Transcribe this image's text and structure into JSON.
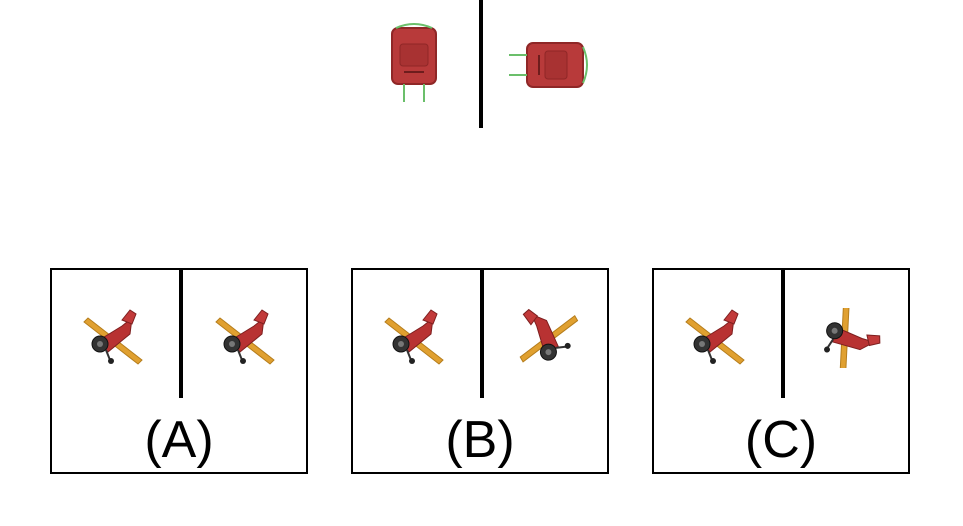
{
  "example": {
    "left_icon": "red-backpack-upright",
    "right_icon": "red-backpack-rotated",
    "colors": {
      "backpack": "#b83a3a",
      "backpack_dark": "#8f2727",
      "strap": "#6bbf6b"
    }
  },
  "options": [
    {
      "label": "(A)"
    },
    {
      "label": "(B)"
    },
    {
      "label": "(C)"
    }
  ],
  "colors": {
    "plane_body": "#b83232",
    "plane_wing": "#e0a030",
    "propeller": "#222222",
    "divider": "#000000"
  }
}
